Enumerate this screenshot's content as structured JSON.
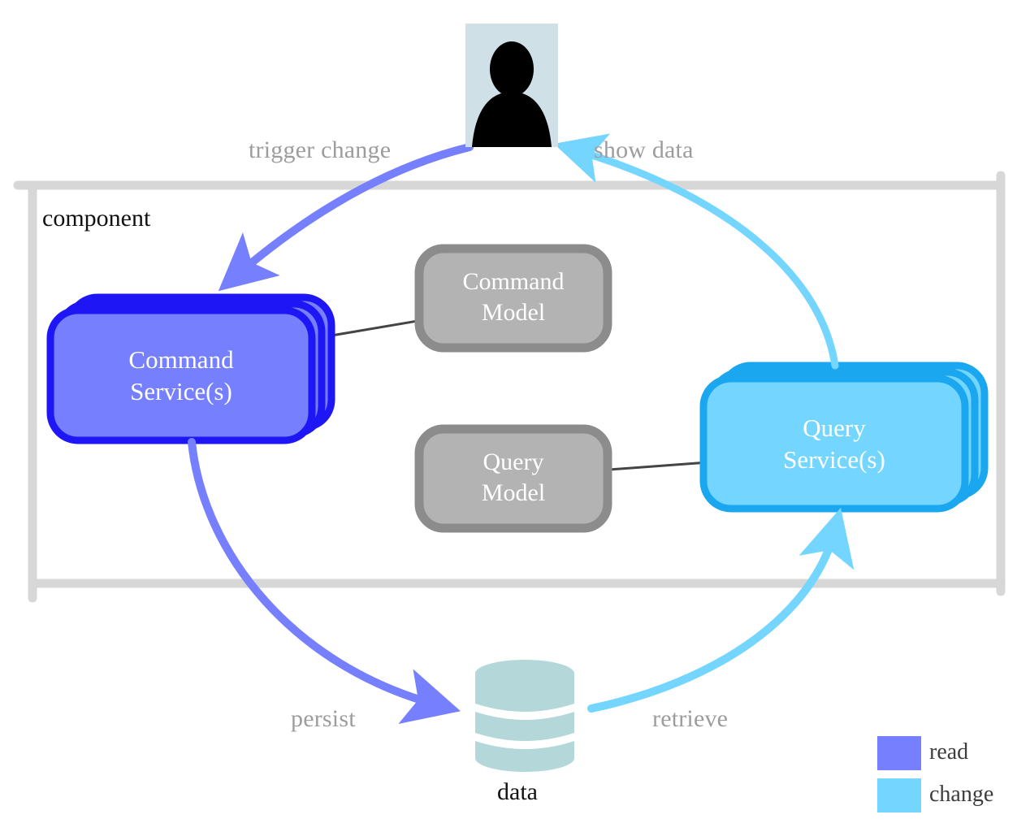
{
  "diagram": {
    "type": "cqrs-architecture",
    "boundary": {
      "label": "component"
    },
    "actor": {
      "name": "user-avatar",
      "icon": "person-silhouette-icon"
    },
    "nodes": [
      {
        "id": "command-service",
        "label": "Command\nService(s)",
        "kind": "service-stack",
        "fill": "#7680ff",
        "stroke": "#1f16f5"
      },
      {
        "id": "query-service",
        "label": "Query\nService(s)",
        "kind": "service-stack",
        "fill": "#74d6ff",
        "stroke": "#1aa7f0"
      },
      {
        "id": "command-model",
        "label": "Command\nModel",
        "kind": "model",
        "fill": "#b3b3b3",
        "stroke": "#8c8c8c"
      },
      {
        "id": "query-model",
        "label": "Query\nModel",
        "kind": "model",
        "fill": "#b3b3b3",
        "stroke": "#8c8c8c"
      },
      {
        "id": "data-store",
        "label": "data",
        "kind": "database",
        "fill": "#b4d7da"
      }
    ],
    "edges": [
      {
        "id": "trigger-change",
        "label": "trigger change",
        "from": "user-avatar",
        "to": "command-service",
        "color": "#7680ff"
      },
      {
        "id": "show-data",
        "label": "show data",
        "from": "query-service",
        "to": "user-avatar",
        "color": "#74d6ff"
      },
      {
        "id": "persist",
        "label": "persist",
        "from": "command-service",
        "to": "data-store",
        "color": "#7680ff"
      },
      {
        "id": "retrieve",
        "label": "retrieve",
        "from": "data-store",
        "to": "query-service",
        "color": "#74d6ff"
      },
      {
        "id": "command-service-model-link",
        "label": "",
        "from": "command-service",
        "to": "command-model",
        "color": "#444444"
      },
      {
        "id": "query-model-service-link",
        "label": "",
        "from": "query-model",
        "to": "query-service",
        "color": "#444444"
      }
    ],
    "legend": {
      "items": [
        {
          "label": "read",
          "color": "#7680ff"
        },
        {
          "label": "change",
          "color": "#74d6ff"
        }
      ]
    }
  }
}
